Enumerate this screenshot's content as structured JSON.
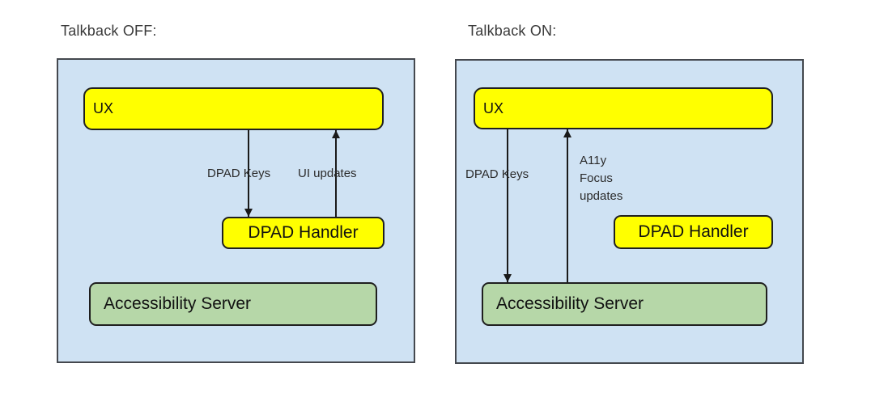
{
  "colors": {
    "panel_background": "#cfe2f3",
    "panel_border": "#44484e",
    "box_yellow": "#ffff00",
    "box_green": "#b6d7a8",
    "box_border": "#1f1f1f",
    "arrow": "#1a1a1a",
    "title_text": "#3a3a3a"
  },
  "left": {
    "title": "Talkback OFF:",
    "ux": "UX",
    "dpad_handler": "DPAD Handler",
    "accessibility_server": "Accessibility Server",
    "keys_label": "DPAD Keys",
    "updates_label": "UI updates"
  },
  "right": {
    "title": "Talkback ON:",
    "ux": "UX",
    "dpad_handler": "DPAD Handler",
    "accessibility_server": "Accessibility Server",
    "keys_label": "DPAD Keys",
    "a11y_lines": [
      "A11y",
      "Focus",
      "updates"
    ]
  }
}
